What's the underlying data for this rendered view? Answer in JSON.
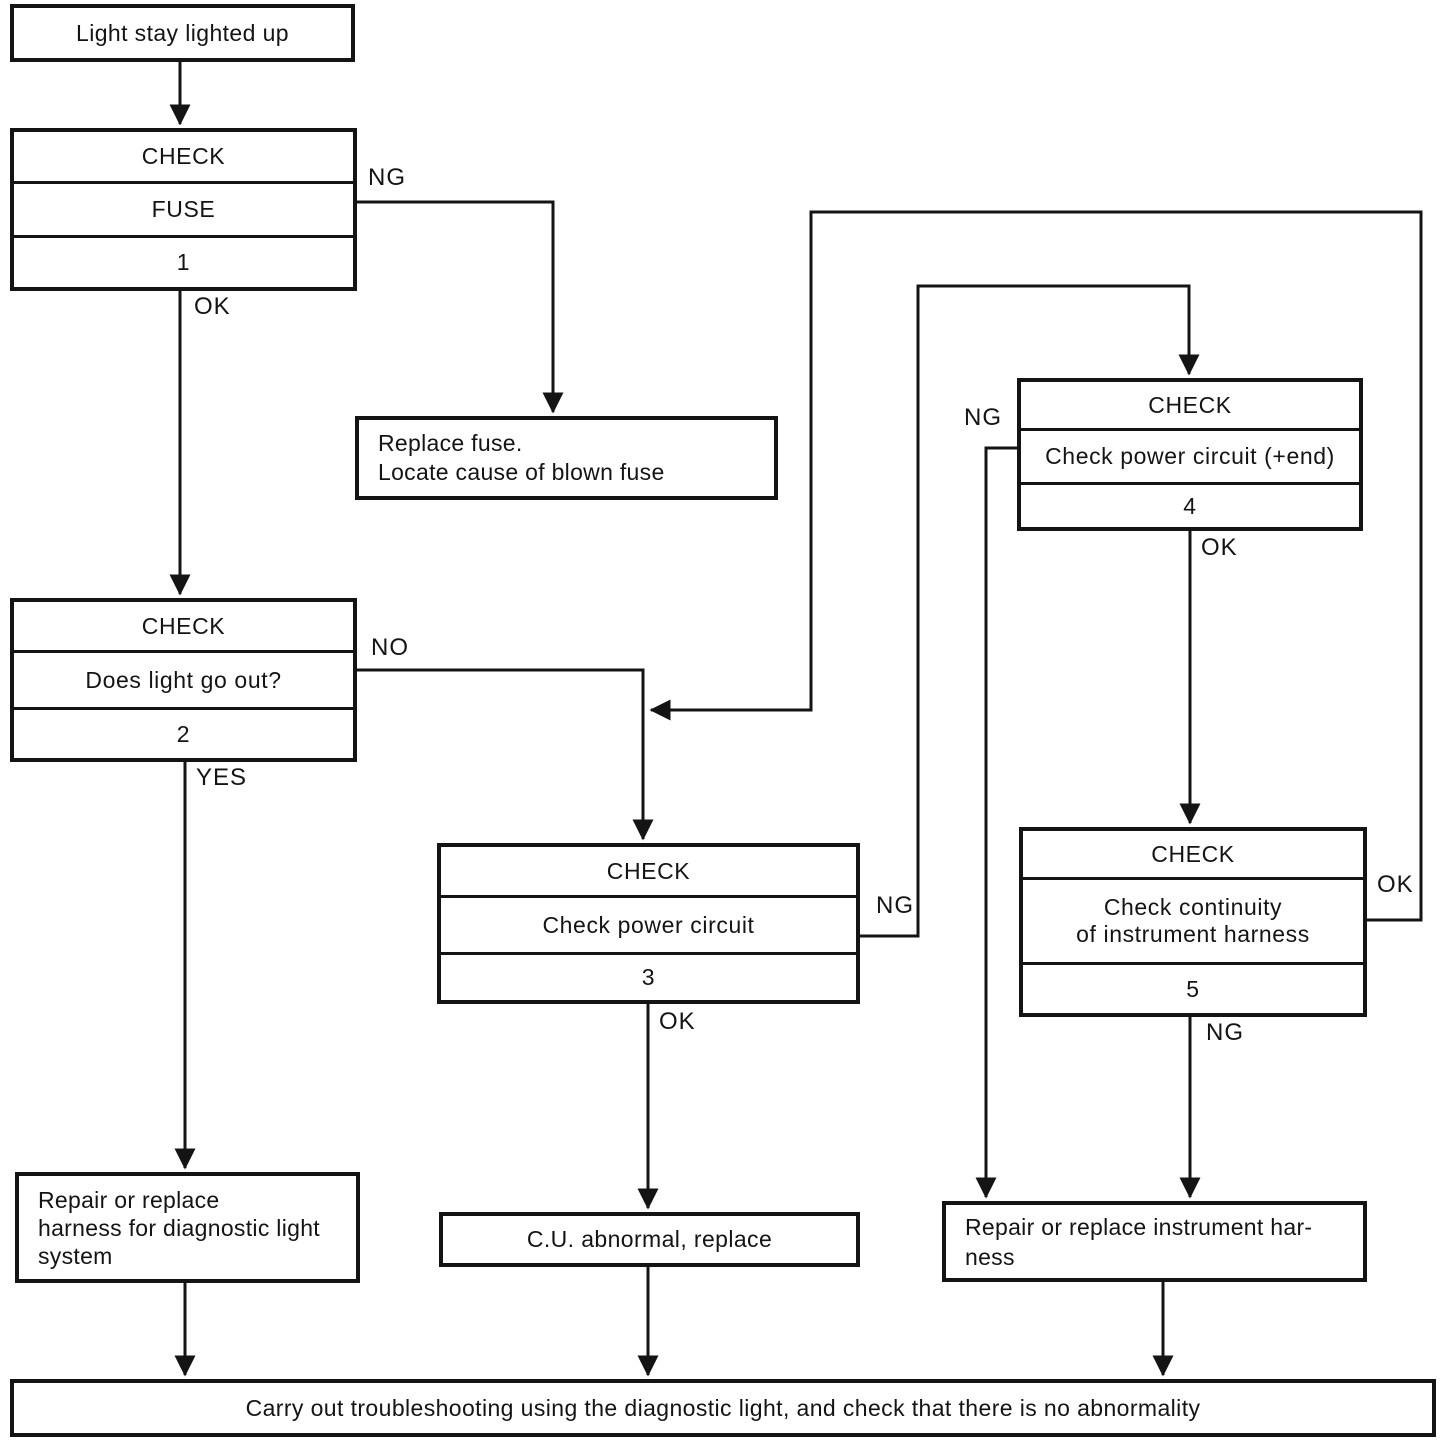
{
  "diagram": {
    "start": "Light stay lighted up",
    "check_boxes": [
      {
        "header": "CHECK",
        "description": "FUSE",
        "number": "1"
      },
      {
        "header": "CHECK",
        "description": "Does light go out?",
        "number": "2"
      },
      {
        "header": "CHECK",
        "description": "Check power circuit",
        "number": "3"
      },
      {
        "header": "CHECK",
        "description": "Check power circuit (+end)",
        "number": "4"
      },
      {
        "header": "CHECK",
        "description": "Check continuity\nof instrument harness",
        "number": "5"
      }
    ],
    "action_boxes": {
      "replace_fuse": "Replace fuse.\nLocate cause of blown fuse",
      "repair_diagnostic_harness": "Repair or replace\nharness for diagnostic light\nsystem",
      "cu_abnormal": "C.U. abnormal, replace",
      "repair_instrument_harness": "Repair or replace instrument har-\nness"
    },
    "edge_labels": {
      "check1_ng": "NG",
      "check1_ok": "OK",
      "check2_no": "NO",
      "check2_yes": "YES",
      "check3_ng": "NG",
      "check3_ok": "OK",
      "check4_ng": "NG",
      "check4_ok": "OK",
      "check5_ok": "OK",
      "check5_ng": "NG"
    },
    "footer": "Carry out troubleshooting using the diagnostic light, and check that there is no abnormality",
    "colors": {
      "ink": "#141414",
      "paper": "#ffffff"
    }
  }
}
